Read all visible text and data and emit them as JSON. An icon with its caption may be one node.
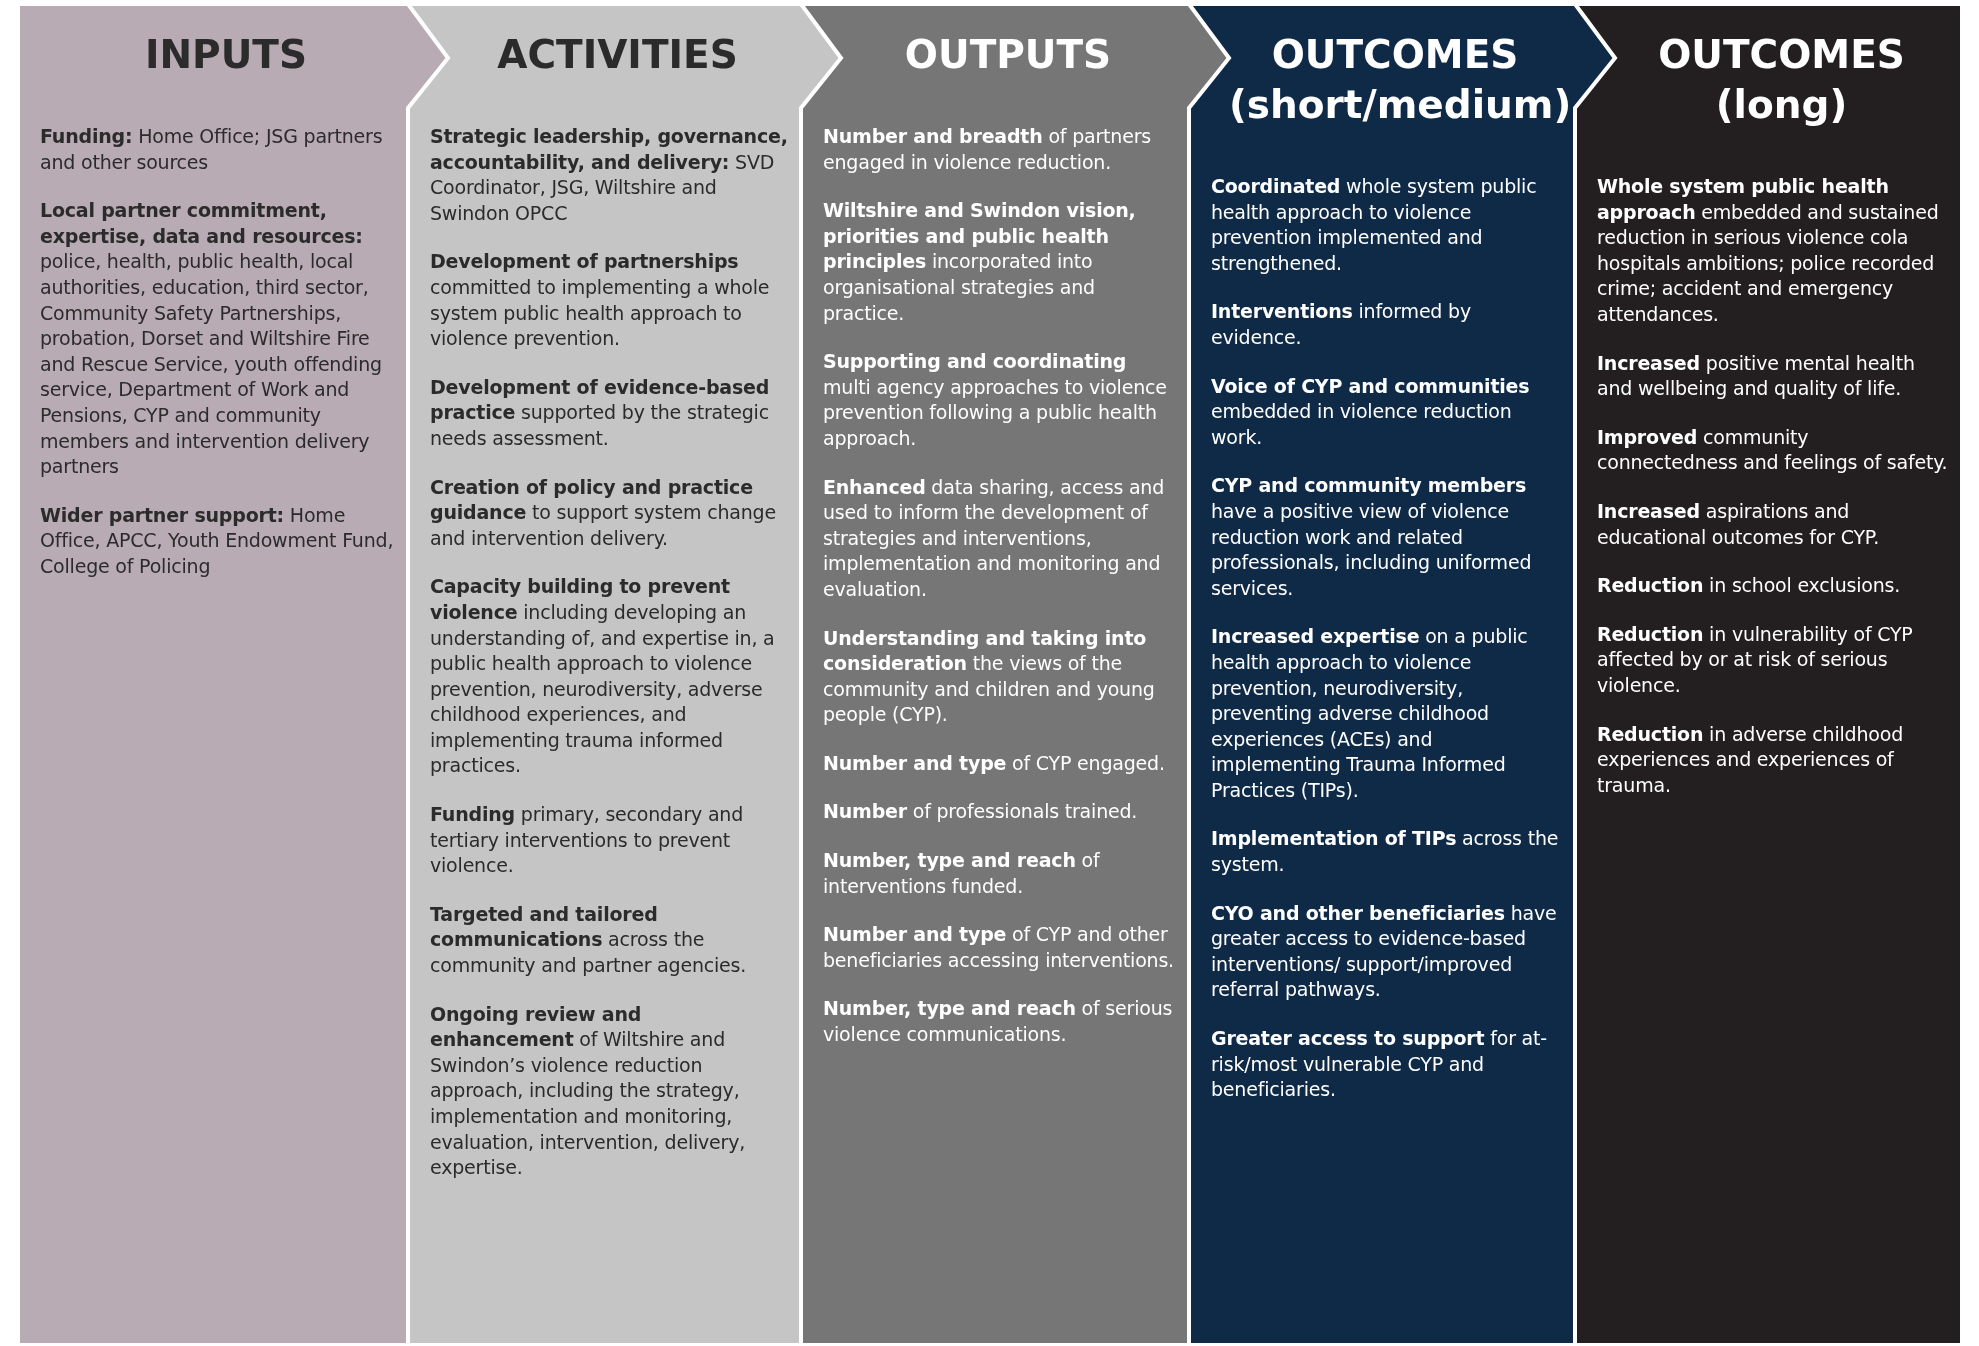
{
  "diagram": {
    "nodes": [
      {
        "text": [
          "INPUTS",
          "**Funding:** Home Office; JSG partners and other sources",
          "**Local partner commitment, expertise, data and resources:** police, health, public health, local authorities, education, third sector, Community Safety Partnerships, probation, Dorset and Wiltshire Fire and Rescue Service, youth offending service, Department of Work and Pensions, CYP and community members and intervention delivery partners",
          "**Wider partner support:** Home Office, APCC, Youth Endowment Fund, College of Policing"
        ]
      },
      {
        "text": [
          "ACTIVITIES",
          "**Strategic leadership, governance, accountability, and delivery:** SVD Coordinator, JSG, Wiltshire and Swindon OPCC",
          "**Development of partnerships** committed to implementing a whole system public health approach to violence prevention.",
          "**Development of evidence-based practice** supported by the strategic needs assessment.",
          "**Creation of policy and practice guidance** to support system change and intervention delivery.",
          "**Capacity building to prevent violence** including developing an understanding of, and expertise in, a public health approach to violence prevention, neurodiversity, adverse childhood experiences, and implementing trauma informed practices.",
          "**Funding** primary, secondary and tertiary interventions to prevent violence.",
          "**Targeted and tailored communications** across the community and partner agencies.",
          "**Ongoing review and enhancement** of Wiltshire and Swindon’s violence reduction approach, including the strategy, implementation and monitoring, evaluation, intervention, delivery, expertise."
        ]
      },
      {
        "text": [
          "OUTPUTS",
          "**Number and breadth** of partners engaged in violence reduction.",
          "**Wiltshire and Swindon vision, priorities and public health principles** incorporated into organisational strategies and practice.",
          "**Supporting and coordinating** multi agency approaches to violence prevention following a public health approach.",
          "**Enhanced** data sharing, access and used to inform the development of strategies and interventions, implementation and monitoring and evaluation.",
          "**Understanding and taking into consideration** the views of the community and children and young people (CYP).",
          "**Number and type** of CYP engaged.",
          "**Number** of professionals trained.",
          "**Number, type and reach** of interventions funded.",
          "**Number and type** of CYP and other beneficiaries accessing interventions.",
          "**Number, type and reach** of serious violence communications."
        ]
      },
      {
        "text": [
          "OUTCOMES (short/medium)",
          "**Coordinated** whole system public health approach to violence prevention implemented and strengthened.",
          "**Interventions** informed by evidence.",
          "**Voice of CYP and communities** embedded in violence reduction work.",
          "**CYP and community members** have a positive view of violence reduction work and related professionals, including uniformed services.",
          "**Increased expertise** on a public health approach to violence prevention, neurodiversity, preventing adverse childhood experiences (ACEs) and implementing Trauma Informed Practices (TIPs).",
          "**Implementation of TIPs** across the system.",
          "**CYO and other beneficiaries** have greater access to evidence-based interventions/ support/improved referral pathways.",
          "**Greater access to support** for at-risk/most vulnerable CYP and beneficiaries."
        ]
      },
      {
        "text": [
          "OUTCOMES (long)",
          "**Whole system public health approach** embedded and sustained reduction in serious violence cola hospitals ambitions; police recorded crime; accident and emergency attendances.",
          "**Increased** positive mental health and wellbeing and quality of life.",
          "**Improved** community connectedness and feelings of safety.",
          "**Increased** aspirations and educational outcomes for CYP.",
          "**Reduction** in school exclusions.",
          "**Reduction** in vulnerability of CYP affected by or at risk of serious violence.",
          "**Reduction** in adverse childhood experiences and experiences of trauma."
        ]
      }
    ]
  }
}
